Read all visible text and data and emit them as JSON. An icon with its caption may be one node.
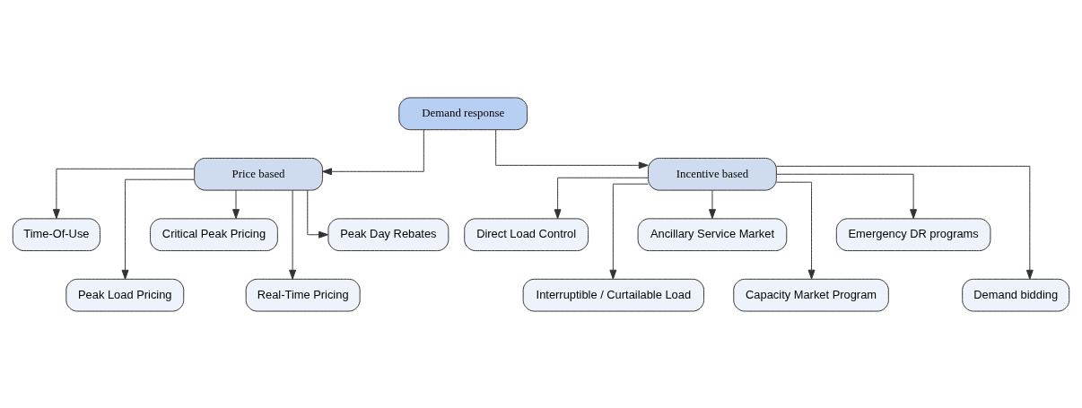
{
  "diagram": {
    "nodes": [
      {
        "text": [
          "Demand response"
        ]
      },
      {
        "text": [
          "Price based"
        ]
      },
      {
        "text": [
          "Incentive based"
        ]
      },
      {
        "text": [
          "Time-Of-Use"
        ]
      },
      {
        "text": [
          "Peak Load Pricing"
        ]
      },
      {
        "text": [
          "Critical Peak Pricing"
        ]
      },
      {
        "text": [
          "Real-Time Pricing"
        ]
      },
      {
        "text": [
          "Peak Day Rebates"
        ]
      },
      {
        "text": [
          "Direct Load Control"
        ]
      },
      {
        "text": [
          "Interruptible / Curtailable Load"
        ]
      },
      {
        "text": [
          "Ancillary Service Market"
        ]
      },
      {
        "text": [
          "Capacity Market Program"
        ]
      },
      {
        "text": [
          "Emergency DR programs"
        ]
      },
      {
        "text": [
          "Demand bidding"
        ]
      }
    ],
    "edges": [
      {
        "from": 0,
        "to": 1,
        "arrow": "to"
      },
      {
        "from": 0,
        "to": 2,
        "arrow": "to"
      },
      {
        "from": 1,
        "to": 3,
        "arrow": "to"
      },
      {
        "from": 1,
        "to": 4,
        "arrow": "to"
      },
      {
        "from": 1,
        "to": 5,
        "arrow": "to"
      },
      {
        "from": 1,
        "to": 6,
        "arrow": "to"
      },
      {
        "from": 1,
        "to": 7,
        "arrow": "to"
      },
      {
        "from": 2,
        "to": 8,
        "arrow": "to"
      },
      {
        "from": 2,
        "to": 9,
        "arrow": "to"
      },
      {
        "from": 2,
        "to": 10,
        "arrow": "to"
      },
      {
        "from": 2,
        "to": 11,
        "arrow": "to"
      },
      {
        "from": 2,
        "to": 12,
        "arrow": "to"
      },
      {
        "from": 2,
        "to": 13,
        "arrow": "to"
      }
    ]
  }
}
